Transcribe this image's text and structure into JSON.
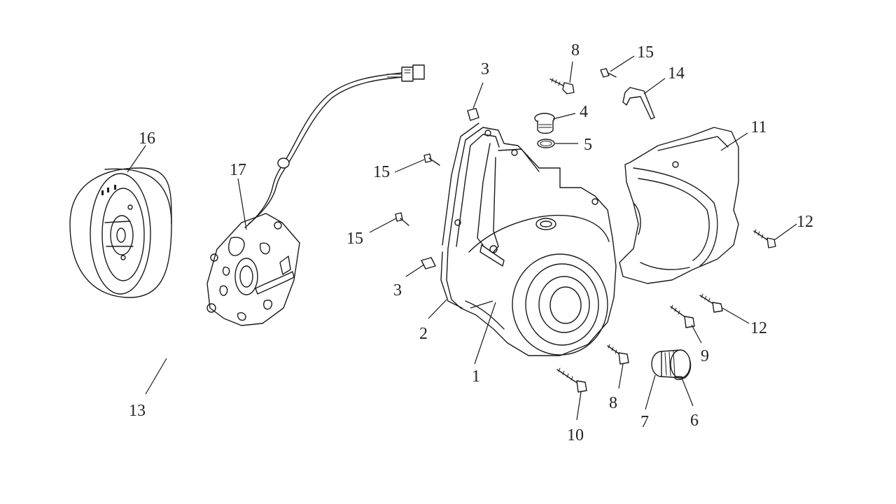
{
  "labels": {
    "p1": "1",
    "p2": "2",
    "p3a": "3",
    "p3b": "3",
    "p4": "4",
    "p5": "5",
    "p6": "6",
    "p7": "7",
    "p8a": "8",
    "p8b": "8",
    "p9": "9",
    "p10": "10",
    "p11": "11",
    "p12a": "12",
    "p12b": "12",
    "p13": "13",
    "p14": "14",
    "p15a": "15",
    "p15b": "15",
    "p15c": "15",
    "p16": "16",
    "p17": "17"
  }
}
